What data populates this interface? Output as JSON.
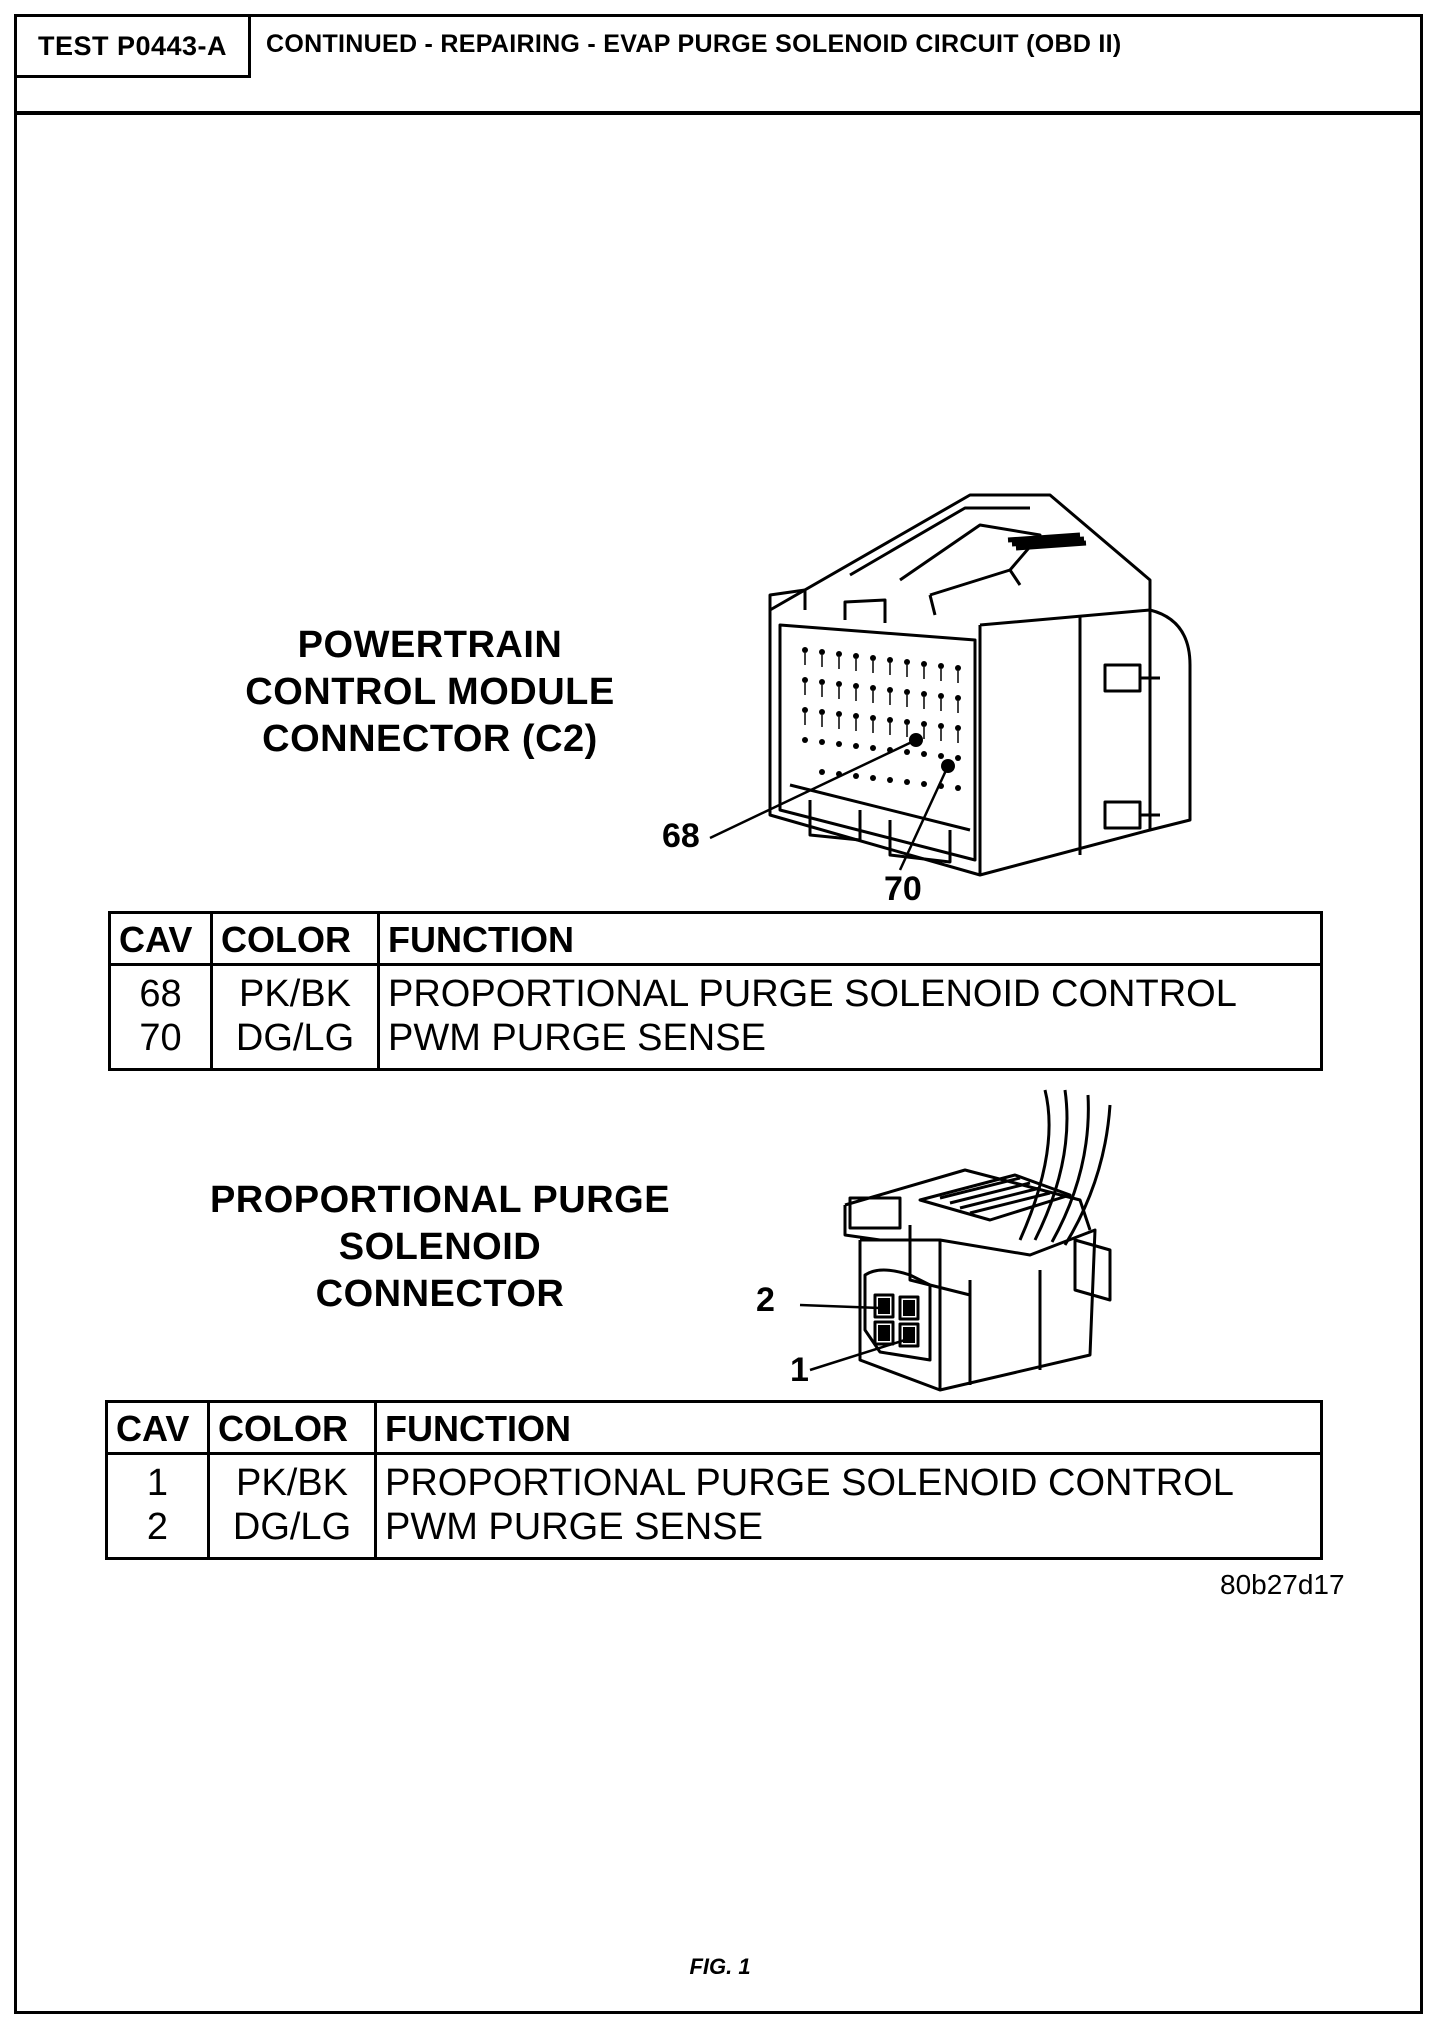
{
  "header": {
    "test_id": "TEST P0443-A",
    "title": "CONTINUED - REPAIRING - EVAP PURGE SOLENOID CIRCUIT (OBD II)"
  },
  "pcm_connector": {
    "label_lines": [
      "POWERTRAIN",
      "CONTROL MODULE",
      "CONNECTOR (C2)"
    ],
    "pin_labels": [
      "68",
      "70"
    ],
    "table": {
      "headers": [
        "CAV",
        "COLOR",
        "FUNCTION"
      ],
      "rows": [
        [
          "68",
          "PK/BK",
          "PROPORTIONAL PURGE SOLENOID CONTROL"
        ],
        [
          "70",
          "DG/LG",
          "PWM PURGE SENSE"
        ]
      ]
    }
  },
  "solenoid_connector": {
    "label_lines": [
      "PROPORTIONAL PURGE",
      "SOLENOID",
      "CONNECTOR"
    ],
    "pin_labels": [
      "2",
      "1"
    ],
    "table": {
      "headers": [
        "CAV",
        "COLOR",
        "FUNCTION"
      ],
      "rows": [
        [
          "1",
          "PK/BK",
          "PROPORTIONAL PURGE SOLENOID CONTROL"
        ],
        [
          "2",
          "DG/LG",
          "PWM PURGE SENSE"
        ]
      ]
    }
  },
  "figure": {
    "id": "80b27d17",
    "caption": "FIG. 1"
  }
}
